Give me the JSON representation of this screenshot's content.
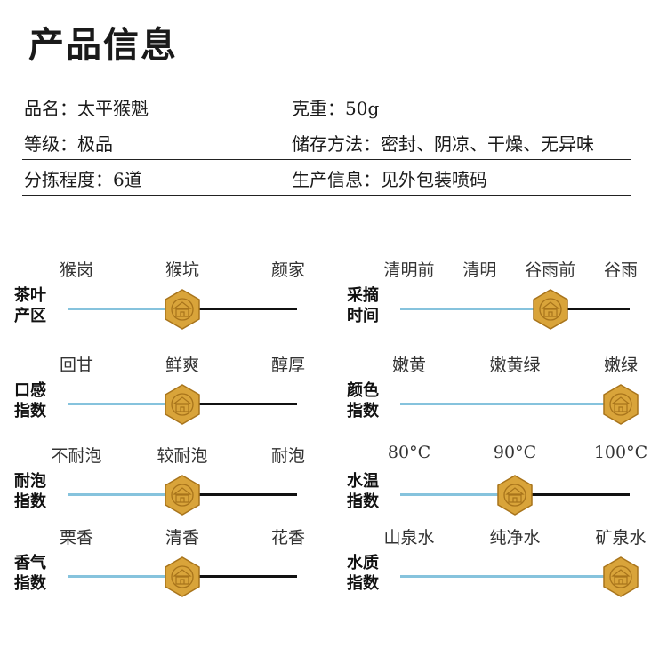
{
  "page_title": "产品信息",
  "info": [
    {
      "left": "品名：太平猴魁",
      "right": "克重：50g"
    },
    {
      "left": "等级：极品",
      "right": "储存方法：密封、阴凉、干燥、无异味"
    },
    {
      "left": "分拣程度：6道",
      "right": "生产信息：见外包装喷码"
    }
  ],
  "scales": [
    {
      "name": "茶叶产区",
      "options": [
        "猴岗",
        "猴坑",
        "颜家"
      ],
      "selected": 1
    },
    {
      "name": "采摘时间",
      "options": [
        "清明前",
        "清明",
        "谷雨前",
        "谷雨"
      ],
      "selected": 2
    },
    {
      "name": "口感指数",
      "options": [
        "回甘",
        "鲜爽",
        "醇厚"
      ],
      "selected": 1
    },
    {
      "name": "颜色指数",
      "options": [
        "嫩黄",
        "嫩黄绿",
        "嫩绿"
      ],
      "selected": 2
    },
    {
      "name": "耐泡指数",
      "options": [
        "不耐泡",
        "较耐泡",
        "耐泡"
      ],
      "selected": 1
    },
    {
      "name": "水温指数",
      "options": [
        "80°C",
        "90°C",
        "100°C"
      ],
      "selected": 1
    },
    {
      "name": "香气指数",
      "options": [
        "栗香",
        "清香",
        "花香"
      ],
      "selected": 1
    },
    {
      "name": "水质指数",
      "options": [
        "山泉水",
        "纯净水",
        "矿泉水"
      ],
      "selected": 2
    }
  ],
  "colors": {
    "fill": "#86c3dd",
    "track": "#111111",
    "marker": "#d9a43a",
    "marker_dark": "#a8741b"
  }
}
